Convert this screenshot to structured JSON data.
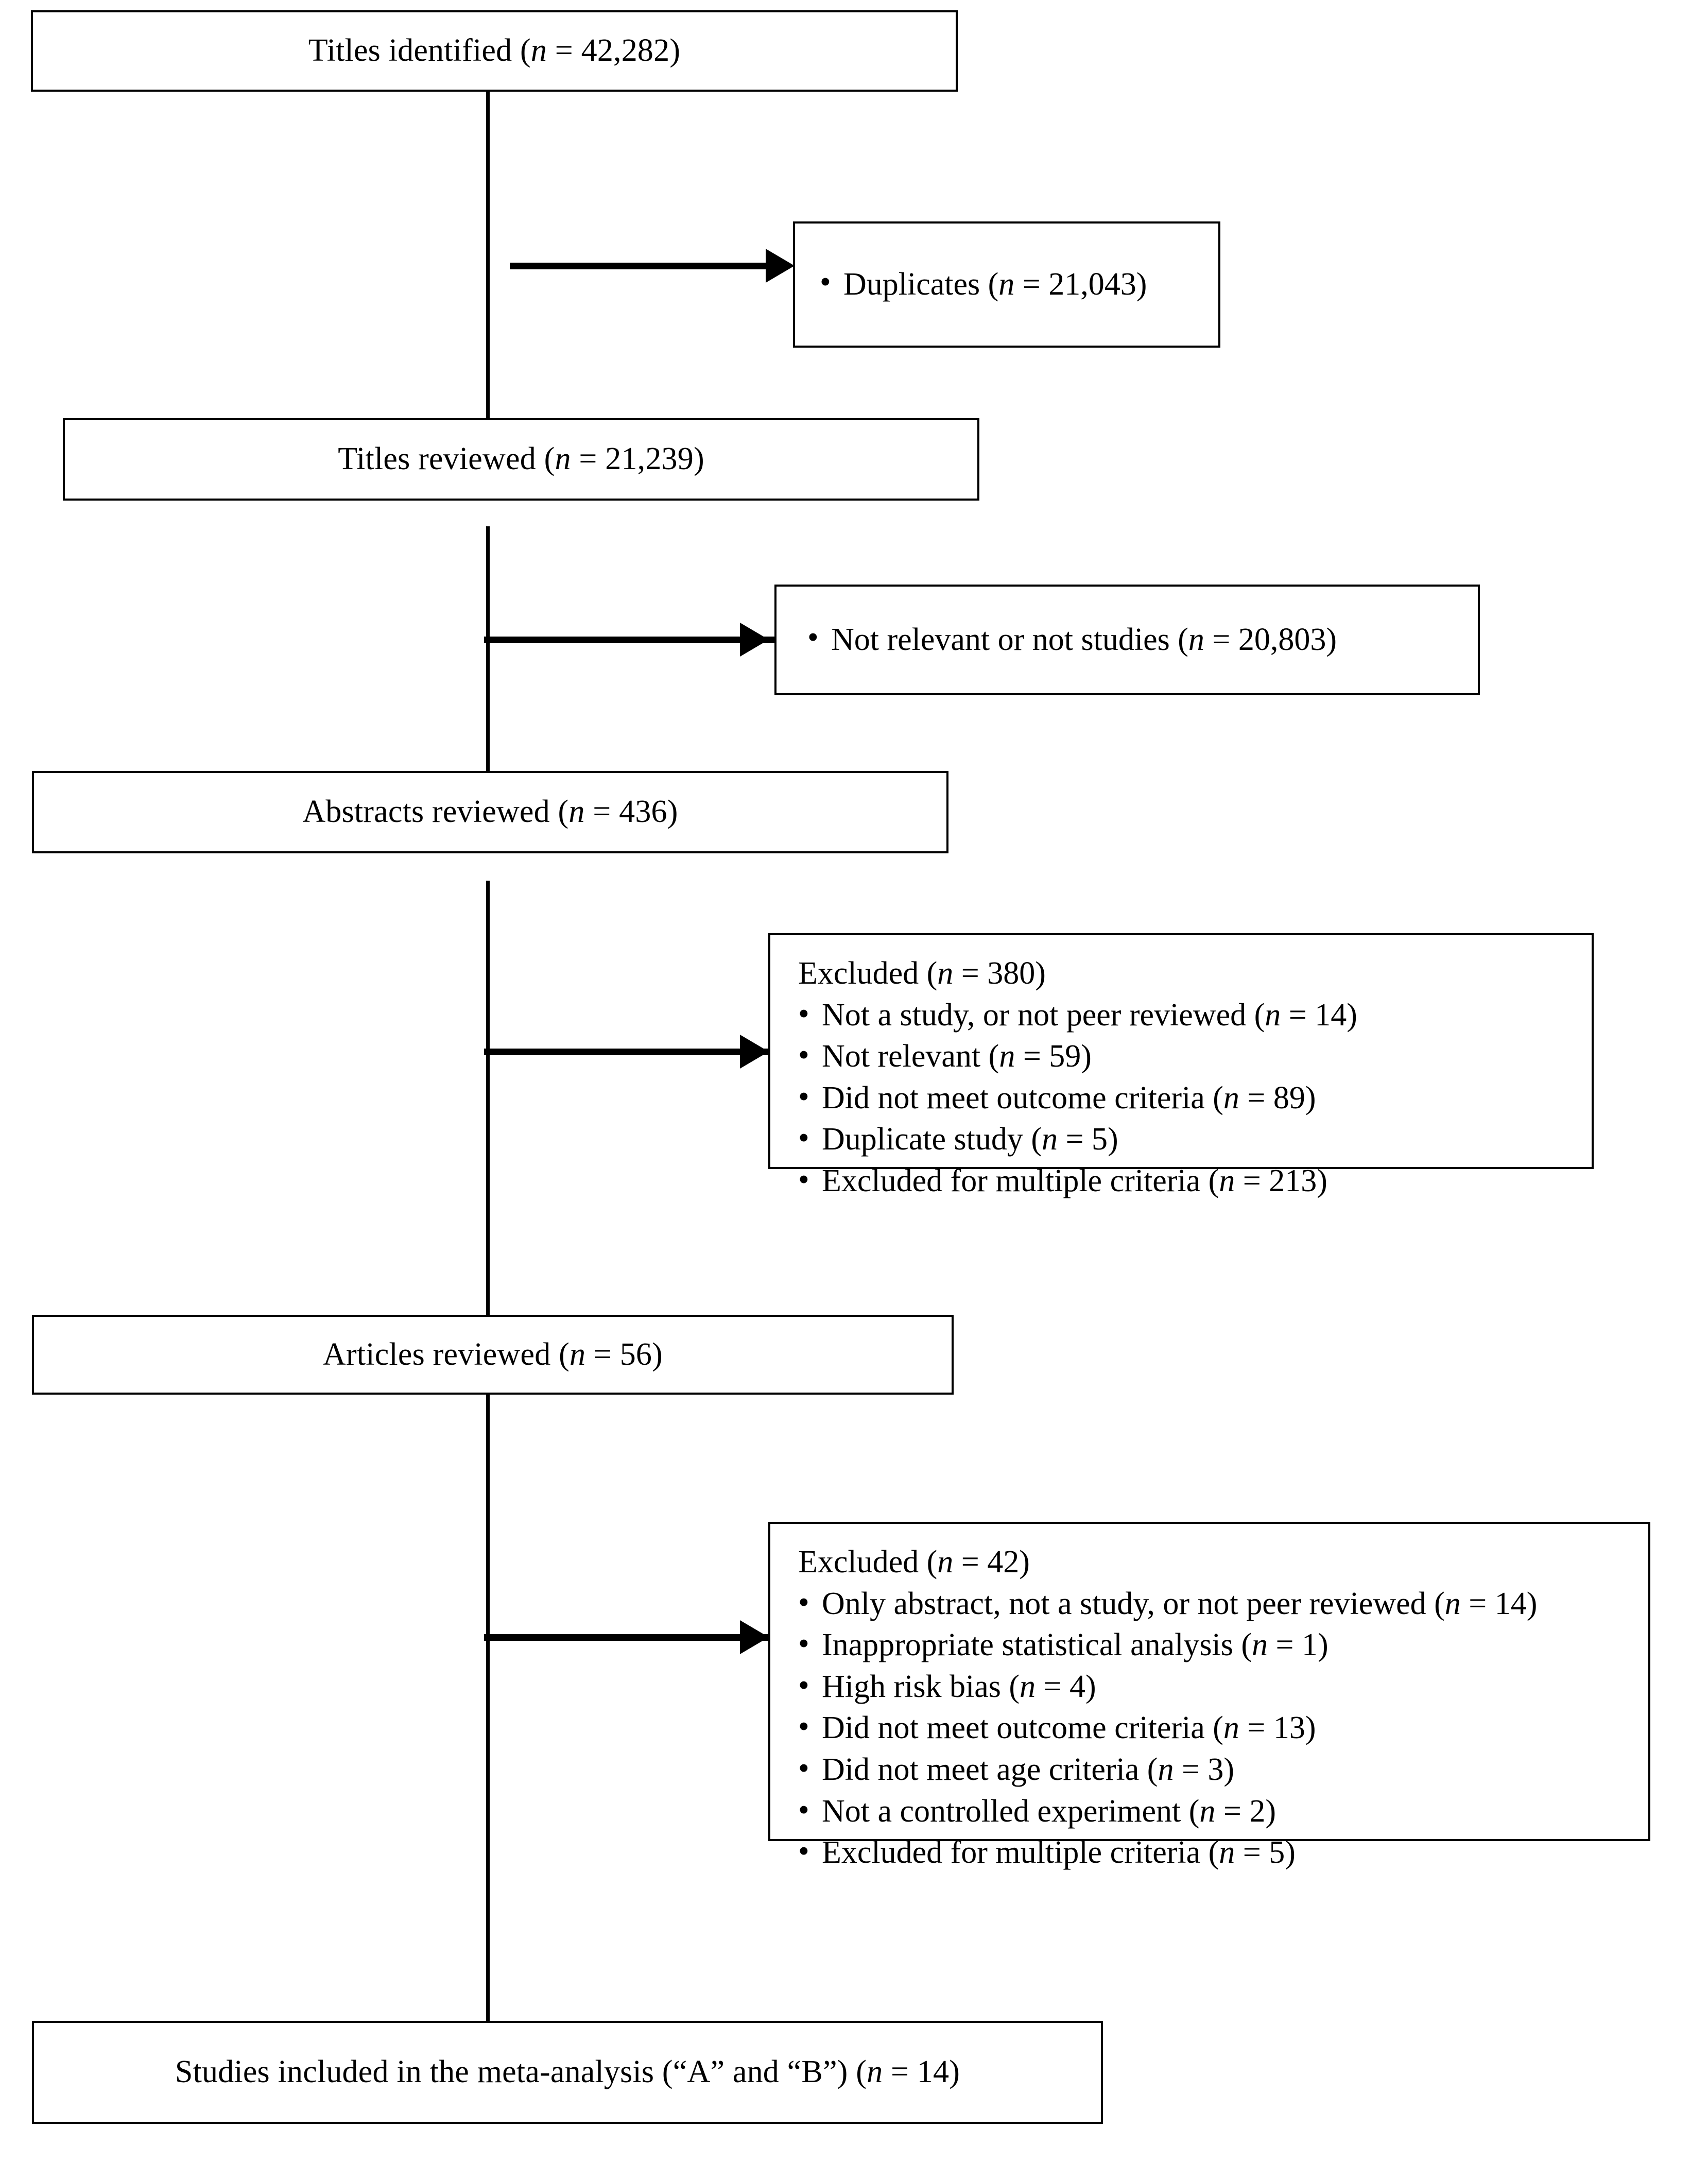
{
  "diagram": {
    "title": "PRISMA study selection flow diagram",
    "stages": [
      {
        "id": "titles-identified",
        "label": "Titles identified (",
        "n_italic": "n",
        "n_value": " = 42,282)",
        "full": "Titles identified (n = 42,282)"
      },
      {
        "id": "titles-reviewed",
        "label": "Titles reviewed (",
        "n_italic": "n",
        "n_value": " = 21,239)",
        "full": "Titles reviewed (n = 21,239)"
      },
      {
        "id": "abstracts-reviewed",
        "label": "Abstracts reviewed (",
        "n_italic": "n",
        "n_value": " = 436)",
        "full": "Abstracts reviewed (n = 436)"
      },
      {
        "id": "articles-reviewed",
        "label": "Articles reviewed (",
        "n_italic": "n",
        "n_value": " = 56)",
        "full": "Articles reviewed (n = 56)"
      },
      {
        "id": "studies-included",
        "label": "Studies included in the meta-analysis (“A” and “B”) (",
        "n_italic": "n",
        "n_value": " = 14)",
        "full": "Studies included in the meta-analysis (“A” and “B”) (n = 14)"
      }
    ],
    "exclusions": [
      {
        "id": "duplicates",
        "heading": null,
        "items": [
          {
            "text_before": "Duplicates (",
            "italic": "n",
            "text_after": " = 21,043)"
          }
        ]
      },
      {
        "id": "not-relevant-not-studies",
        "heading": null,
        "items": [
          {
            "text_before": "Not relevant or not studies (",
            "italic": "n",
            "text_after": " = 20,803)"
          }
        ]
      },
      {
        "id": "excluded-abstracts",
        "heading": {
          "text_before": "Excluded (",
          "italic": "n",
          "text_after": " = 380)"
        },
        "items": [
          {
            "text_before": "Not a study, or not peer reviewed (",
            "italic": "n",
            "text_after": " = 14)"
          },
          {
            "text_before": "Not relevant (",
            "italic": "n",
            "text_after": " = 59)"
          },
          {
            "text_before": "Did not meet outcome criteria (",
            "italic": "n",
            "text_after": " = 89)"
          },
          {
            "text_before": "Duplicate study (",
            "italic": "n",
            "text_after": " = 5)"
          },
          {
            "text_before": "Excluded for multiple criteria (",
            "italic": "n",
            "text_after": " = 213)"
          }
        ]
      },
      {
        "id": "excluded-articles",
        "heading": {
          "text_before": "Excluded (",
          "italic": "n",
          "text_after": " = 42)"
        },
        "items": [
          {
            "text_before": "Only abstract, not a study, or not peer reviewed (",
            "italic": "n",
            "text_after": " = 14)"
          },
          {
            "text_before": "Inappropriate statistical analysis (",
            "italic": "n",
            "text_after": " = 1)"
          },
          {
            "text_before": "High risk bias (",
            "italic": "n",
            "text_after": " = 4)"
          },
          {
            "text_before": "Did not meet outcome criteria (",
            "italic": "n",
            "text_after": " = 13)"
          },
          {
            "text_before": "Did not meet age criteria (",
            "italic": "n",
            "text_after": " = 3)"
          },
          {
            "text_before": "Not a controlled experiment (",
            "italic": "n",
            "text_after": " = 2)"
          },
          {
            "text_before": "Excluded for multiple criteria (",
            "italic": "n",
            "text_after": " = 5)"
          }
        ]
      }
    ],
    "colors": {
      "line": "#000000",
      "box_fill": "#ffffff",
      "text": "#000000"
    }
  }
}
